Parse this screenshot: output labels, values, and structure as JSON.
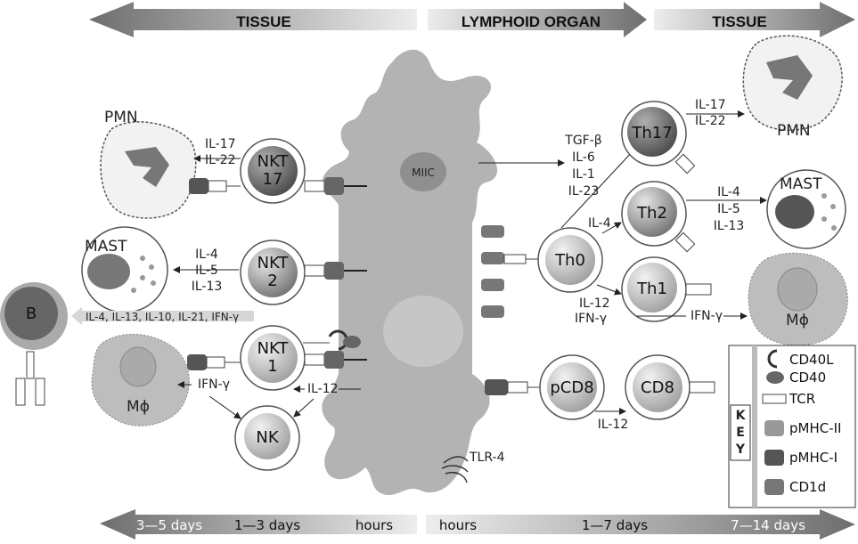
{
  "top_bar": {
    "tissue_left": "TISSUE",
    "lymphoid_organ": "LYMPHOID ORGAN",
    "tissue_right": "TISSUE"
  },
  "bottom_bar": {
    "left_3_5": "3—5 days",
    "left_1_3": "1—3 days",
    "left_hours": "hours",
    "right_hours": "hours",
    "right_1_7": "1—7 days",
    "right_7_14": "7—14 days"
  },
  "dc": {
    "miic": "MIIC",
    "tlr4": "TLR-4"
  },
  "cells": {
    "pmn_left": "PMN",
    "nkt17_a": "NKT",
    "nkt17_b": "17",
    "mast_left": "MAST",
    "nkt2_a": "NKT",
    "nkt2_b": "2",
    "b": "B",
    "nkt1_a": "NKT",
    "nkt1_b": "1",
    "mphi_left": "Mϕ",
    "nk": "NK",
    "th0": "Th0",
    "th17": "Th17",
    "th2": "Th2",
    "th1": "Th1",
    "pmn_right": "PMN",
    "mast_right": "MAST",
    "mphi_right": "Mϕ",
    "pcd8": "pCD8",
    "cd8": "CD8"
  },
  "labels": {
    "nkt17_il17": "IL-17",
    "nkt17_il22": "IL-22",
    "nkt2_il4": "IL-4",
    "nkt2_il5": "IL-5",
    "nkt2_il13": "IL-13",
    "b_cytokines": "IL-4, IL-13, IL-10, IL-21, IFN-γ",
    "nkt1_ifng": "IFN-γ",
    "nkt1_il12": "IL-12",
    "th17_tgfb": "TGF-β",
    "th17_il6": "IL-6",
    "th17_il1": "IL-1",
    "th17_il23": "IL-23",
    "th2_il4_in": "IL-4",
    "th1_il12": "IL-12",
    "th1_ifng_in": "IFN-γ",
    "th17_il17": "IL-17",
    "th17_il22": "IL-22",
    "th2_il4": "IL-4",
    "th2_il5": "IL-5",
    "th2_il13": "IL-13",
    "th1_ifng": "IFN-γ",
    "cd8_il12": "IL-12"
  },
  "key": {
    "title_k": "K",
    "title_e": "E",
    "title_y": "Y",
    "cd40l": "CD40L",
    "cd40": "CD40",
    "tcr": "TCR",
    "pmhc2": "pMHC-II",
    "pmhc1": "pMHC-I",
    "cd1d": "CD1d"
  }
}
